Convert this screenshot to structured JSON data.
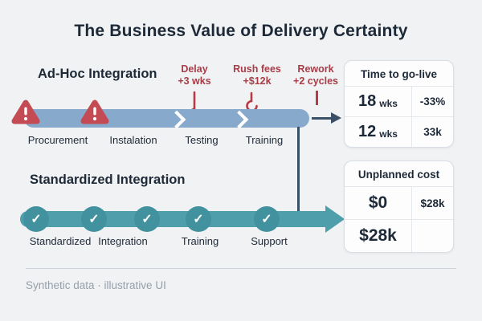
{
  "title": "The Business Value of Delivery Certainty",
  "colors": {
    "background": "#f0f2f4",
    "heading_text": "#1d2937",
    "risk_red_text": "#a83d47",
    "warning_triangle_red": "#c44a53",
    "adhoc_bar_blue": "#86a9cc",
    "standardized_bar_teal": "#4f9eab",
    "check_circle_teal": "#41919e",
    "connector_navy": "#3a5067",
    "card_border": "#d9dee4",
    "footer_text": "#95a0ab"
  },
  "icons": {
    "check": "✓",
    "warning": "!"
  },
  "adhoc": {
    "heading": "Ad-Hoc Integration",
    "annotations": [
      {
        "label": "Delay",
        "value": "+3 wks"
      },
      {
        "label": "Rush fees",
        "value": "+$12k"
      },
      {
        "label": "Rework",
        "value": "+2 cycles"
      }
    ],
    "stages": [
      "Procurement",
      "Instalation",
      "Testing",
      "Training"
    ]
  },
  "standardized": {
    "heading": "Standardized Integration",
    "stages": [
      "Standardized",
      "Integration",
      "Training",
      "Support"
    ]
  },
  "cards": {
    "time_to_golive": {
      "title": "Time to go-live",
      "rows": [
        {
          "value": "18",
          "unit": "wks",
          "aside": "-33%"
        },
        {
          "value": "12",
          "unit": "wks",
          "aside": "33k"
        }
      ]
    },
    "unplanned_cost": {
      "title": "Unplanned cost",
      "rows": [
        {
          "value": "$0",
          "unit": "",
          "aside": "$28k"
        },
        {
          "value": "$28k",
          "unit": "",
          "aside": ""
        }
      ]
    }
  },
  "footer": {
    "note": "Synthetic data · illustrative UI"
  }
}
